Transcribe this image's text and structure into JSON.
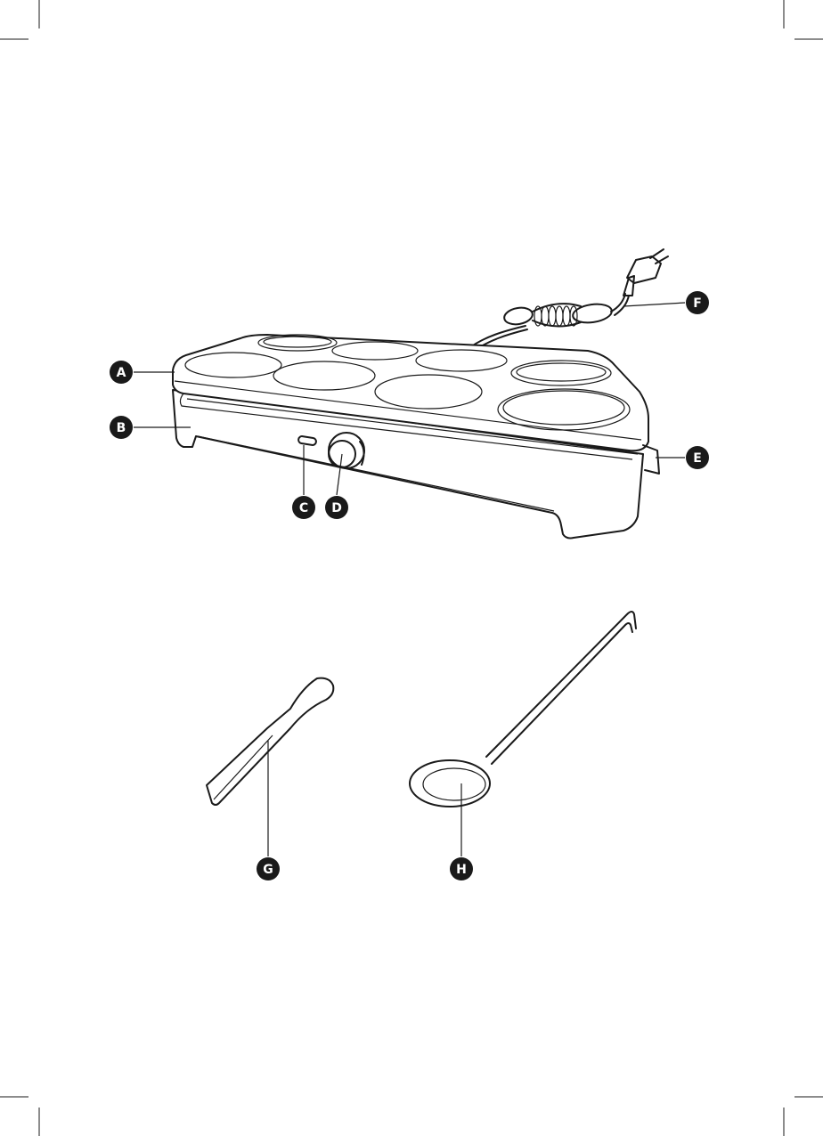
{
  "labels": {
    "a": "A",
    "b": "B",
    "c": "C",
    "d": "D",
    "e": "E",
    "f": "F",
    "g": "G",
    "h": "H"
  },
  "colors": {
    "ink": "#1a1a1a",
    "background": "#ffffff",
    "badge_text": "#ffffff"
  }
}
